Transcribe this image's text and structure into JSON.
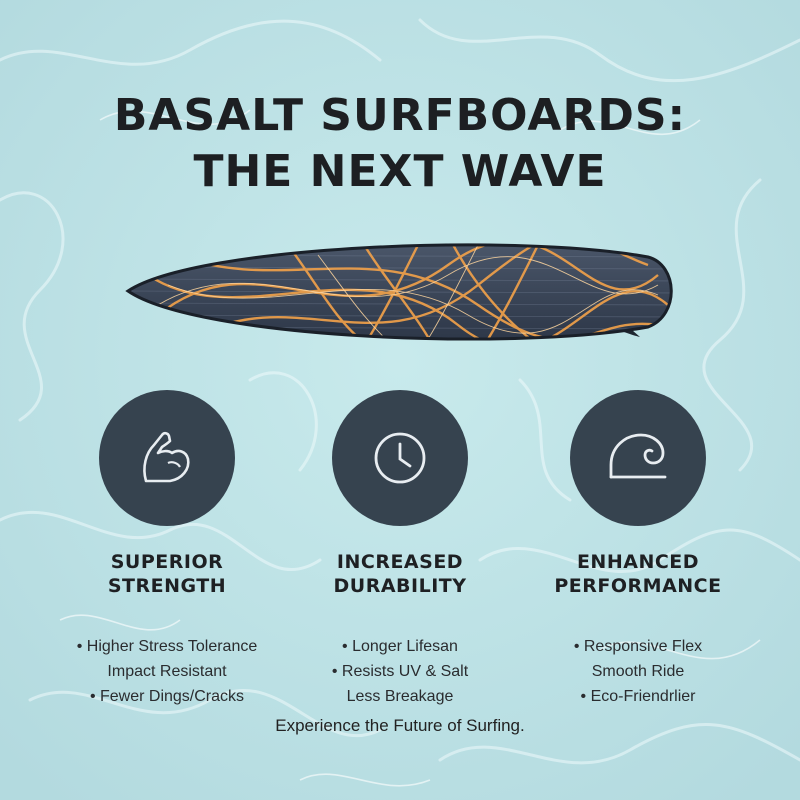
{
  "header": {
    "title_line1": "BASALT SURFBOARDS:",
    "title_line2": "THE NEXT WAVE"
  },
  "colors": {
    "background": "#bfe3e6",
    "badge": "#36434f",
    "board_base": "#3d4a5c",
    "fiber_glow": "#f3a24a",
    "text": "#1e2023"
  },
  "features": [
    {
      "icon": "flexed-arm-icon",
      "title_line1": "SUPERIOR",
      "title_line2": "STRENGTH",
      "bullets": [
        "• Higher Stress Tolerance",
        "Impact Resistant",
        "• Fewer Dings/Cracks"
      ]
    },
    {
      "icon": "clock-icon",
      "title_line1": "INCREASED",
      "title_line2": "DURABILITY",
      "bullets": [
        "• Longer Lifesan",
        "• Resists UV & Salt",
        "Less Breakage"
      ]
    },
    {
      "icon": "wave-icon",
      "title_line1": "ENHANCED",
      "title_line2": "PERFORMANCE",
      "bullets": [
        "• Responsive Flex",
        "Smooth Ride",
        "• Eco-Friendrlier"
      ]
    }
  ],
  "footer": {
    "tagline": "Experience the Future of Surfing."
  }
}
